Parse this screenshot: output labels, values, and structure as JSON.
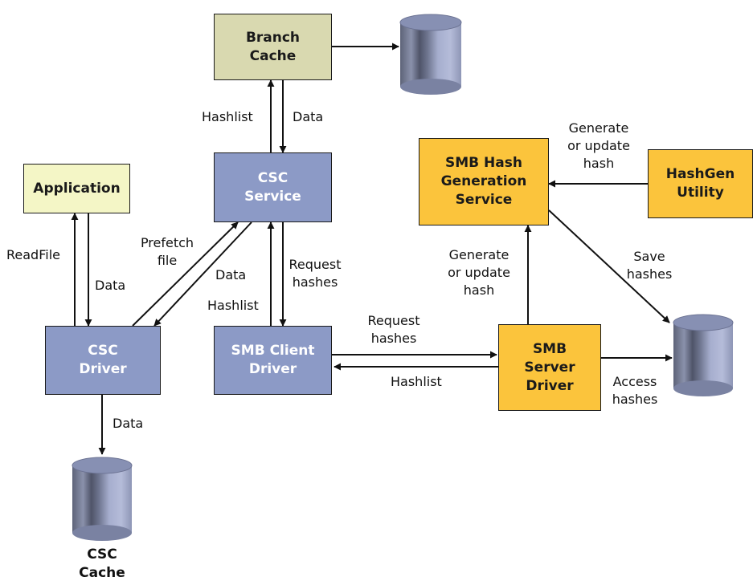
{
  "nodes": {
    "branch_cache": "Branch\nCache",
    "application": "Application",
    "csc_service": "CSC\nService",
    "csc_driver": "CSC\nDriver",
    "smb_client_driver": "SMB Client\nDriver",
    "smb_hash_service": "SMB Hash\nGeneration\nService",
    "hashgen_utility": "HashGen\nUtility",
    "smb_server_driver": "SMB\nServer\nDriver",
    "csc_cache": "CSC\nCache"
  },
  "edge_labels": {
    "hashlist_top": "Hashlist",
    "data_top": "Data",
    "readfile": "ReadFile",
    "data_app": "Data",
    "prefetch": "Prefetch\nfile",
    "data_diag": "Data",
    "request_hashes_mid": "Request\nhashes",
    "hashlist_mid": "Hashlist",
    "generate_top": "Generate\nor update\nhash",
    "generate_mid": "Generate\nor update\nhash",
    "save_hashes": "Save\nhashes",
    "request_hashes_right": "Request\nhashes",
    "hashlist_right": "Hashlist",
    "access_hashes": "Access\nhashes",
    "data_bottom": "Data"
  },
  "colors": {
    "branch_cache": "#d9d9b0",
    "csc_nodes": "#8c9ac6",
    "smb_server_nodes": "#fbc43c",
    "application": "#f4f6c6",
    "database": "#7d86a8"
  }
}
